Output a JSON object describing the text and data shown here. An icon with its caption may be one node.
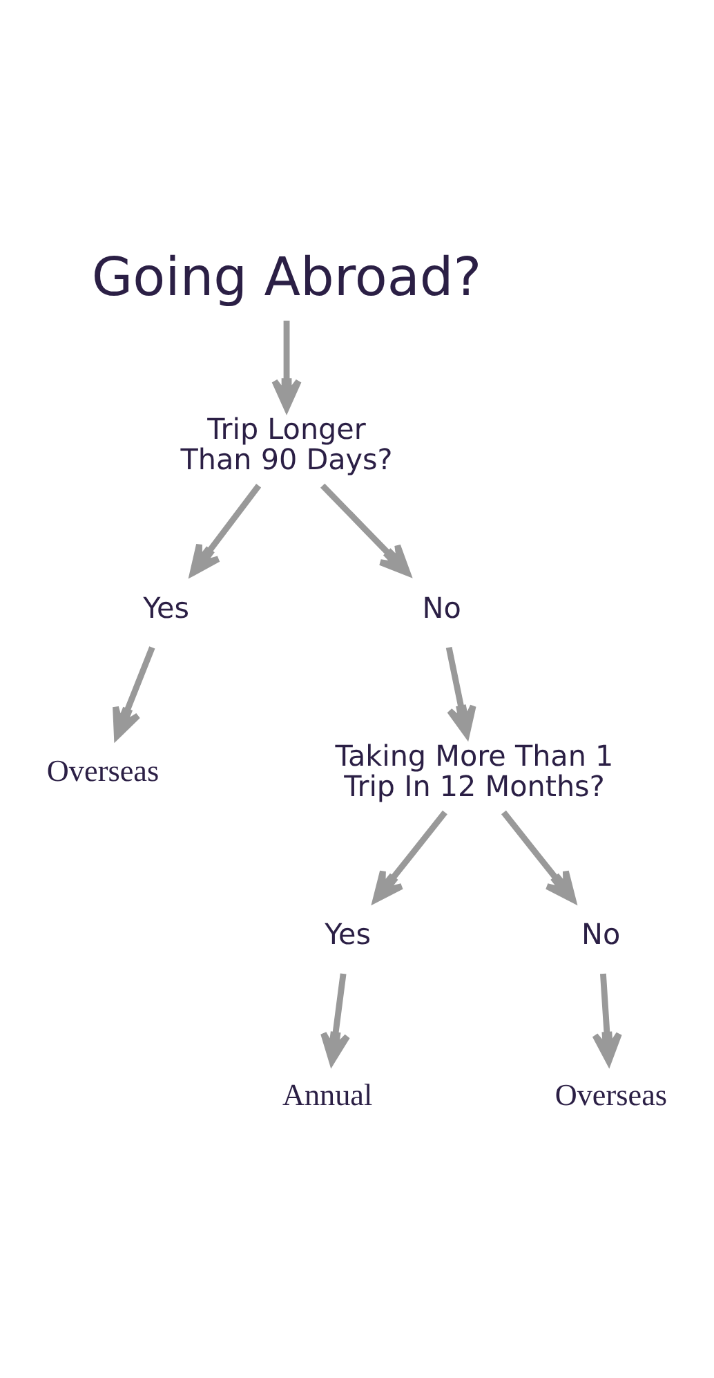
{
  "diagram": {
    "nodes": [
      {
        "text": [
          "Going Abroad?"
        ]
      },
      {
        "text": [
          "Trip Longer Than 90 Days?"
        ]
      },
      {
        "text": [
          "Yes"
        ]
      },
      {
        "text": [
          "No"
        ]
      },
      {
        "text": [
          "Overseas"
        ]
      },
      {
        "text": [
          "Taking More Than 1 Trip In 12 Months?"
        ]
      },
      {
        "text": [
          "Yes"
        ]
      },
      {
        "text": [
          "No"
        ]
      },
      {
        "text": [
          "Annual"
        ]
      },
      {
        "text": [
          "Overseas"
        ]
      }
    ],
    "edges": [
      {
        "from": 0,
        "to": 1,
        "arrow": "to"
      },
      {
        "from": 1,
        "to": 2,
        "arrow": "to"
      },
      {
        "from": 1,
        "to": 3,
        "arrow": "to"
      },
      {
        "from": 2,
        "to": 4,
        "arrow": "to"
      },
      {
        "from": 3,
        "to": 5,
        "arrow": "to"
      },
      {
        "from": 5,
        "to": 6,
        "arrow": "to"
      },
      {
        "from": 5,
        "to": 7,
        "arrow": "to"
      },
      {
        "from": 6,
        "to": 8,
        "arrow": "to"
      },
      {
        "from": 7,
        "to": 9,
        "arrow": "to"
      }
    ]
  }
}
